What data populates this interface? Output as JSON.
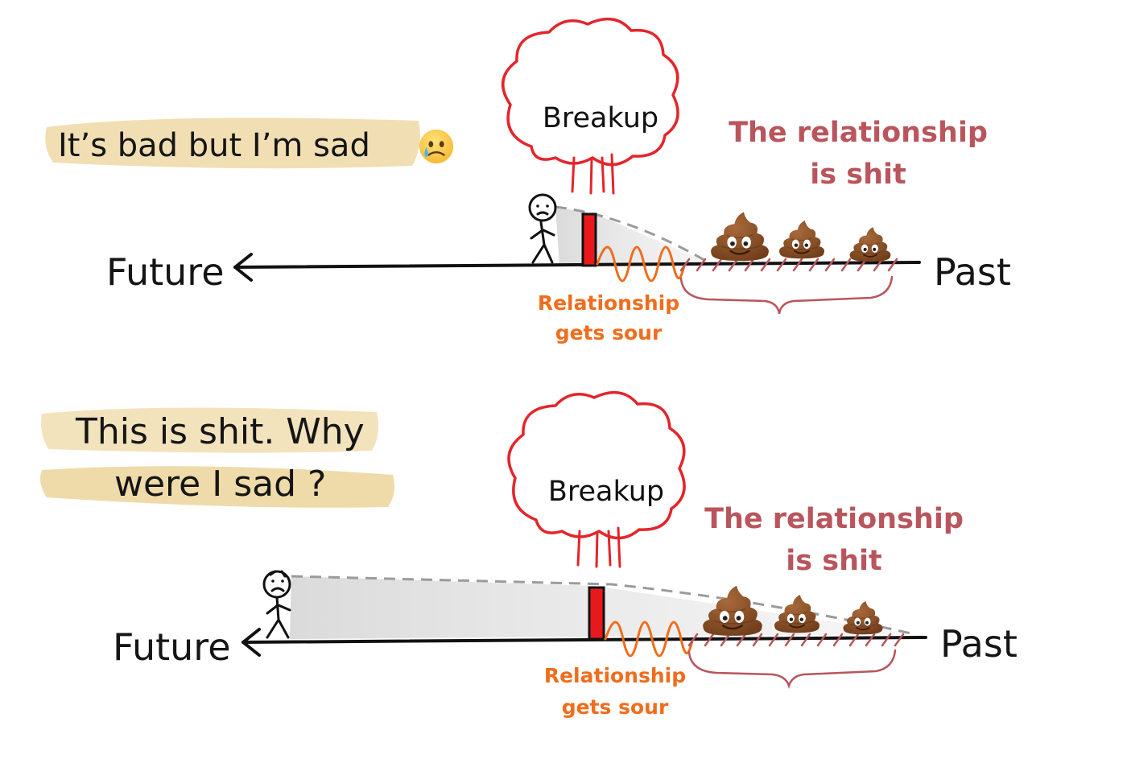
{
  "panels": [
    {
      "caption_lines": [
        "It’s bad but I’m sad 😢"
      ],
      "cloud_label": "Breakup",
      "annotation_lines": [
        "The relationship",
        "is shit"
      ],
      "future_label": "Future",
      "past_label": "Past",
      "sour_lines": [
        "Relationship",
        "gets sour"
      ],
      "face": "crying"
    },
    {
      "caption_lines": [
        "This is shit. Why",
        "were I sad ?"
      ],
      "cloud_label": "Breakup",
      "annotation_lines": [
        "The relationship",
        "is shit"
      ],
      "future_label": "Future",
      "past_label": "Past",
      "sour_lines": [
        "Relationship",
        "gets sour"
      ],
      "face": "angry"
    }
  ],
  "icons": [
    "crying-face-emoji",
    "pile-of-poo-emoji",
    "stick-figure",
    "explosion-cloud",
    "breakup-wall"
  ],
  "colors": {
    "highlight": "#ecd49a",
    "cloud": "#e4252b",
    "wall": "#e8191d",
    "sour_wave": "#ef6d1c",
    "rose": "#b9555c",
    "poo": "#8d5226"
  }
}
